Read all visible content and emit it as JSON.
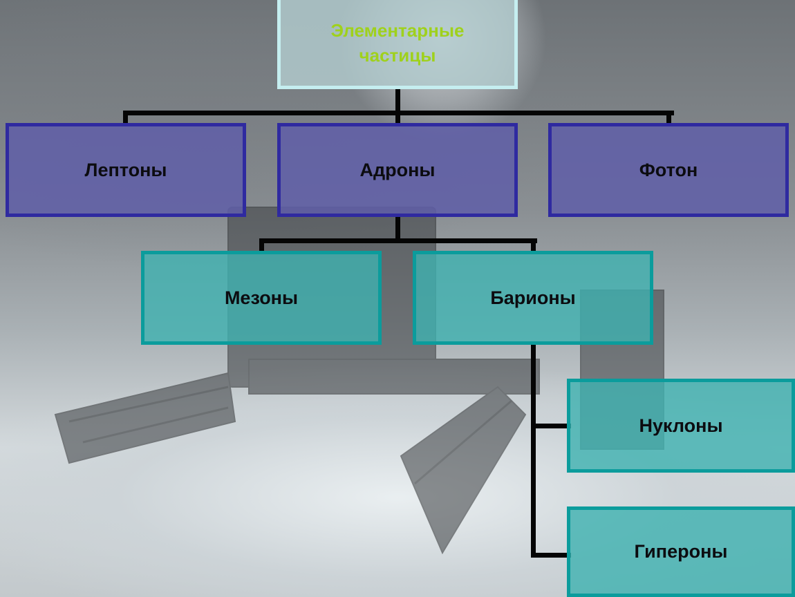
{
  "diagram": {
    "root": {
      "label_line1": "Элементарные",
      "label_line2": "частицы"
    },
    "level1": [
      {
        "label": "Лептоны"
      },
      {
        "label": "Адроны"
      },
      {
        "label": "Фотон"
      }
    ],
    "hadrons": [
      {
        "label": "Мезоны"
      },
      {
        "label": "Барионы"
      }
    ],
    "baryons": [
      {
        "label": "Нуклоны"
      },
      {
        "label": "Гипероны"
      }
    ]
  },
  "colors": {
    "root_text": "#9fd11c",
    "root_border": "#c5eef0",
    "level1_fill": "#605ea8",
    "level1_border": "#2f2aa0",
    "teal_fill": "#3eb2b0",
    "teal_border": "#0b9c9c",
    "connector": "#050505"
  }
}
